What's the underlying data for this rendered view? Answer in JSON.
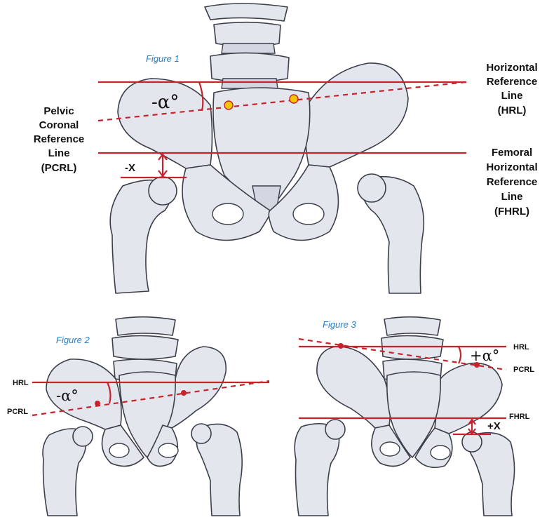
{
  "figure1": {
    "caption": "Figure 1",
    "angle_label": "-α°",
    "offset_label": "-X",
    "hrl_lines": [
      "Horizontal",
      "Reference",
      "Line",
      "(HRL)"
    ],
    "pcrl_lines": [
      "Pelvic",
      "Coronal",
      "Reference",
      "Line",
      "(PCRL)"
    ],
    "fhrl_lines": [
      "Femoral",
      "Horizontal",
      "Reference",
      "Line",
      "(FHRL)"
    ]
  },
  "figure2": {
    "caption": "Figure 2",
    "angle_label": "-α°",
    "hrl": "HRL",
    "pcrl": "PCRL"
  },
  "figure3": {
    "caption": "Figure 3",
    "angle_label": "+α°",
    "offset_label": "+X",
    "hrl": "HRL",
    "pcrl": "PCRL",
    "fhrl": "FHRL"
  },
  "colors": {
    "reference_line": "#c8232c",
    "landmark_dot": "#f5c400",
    "caption": "#2a7fc0",
    "bone_fill": "#e4e6ee"
  }
}
